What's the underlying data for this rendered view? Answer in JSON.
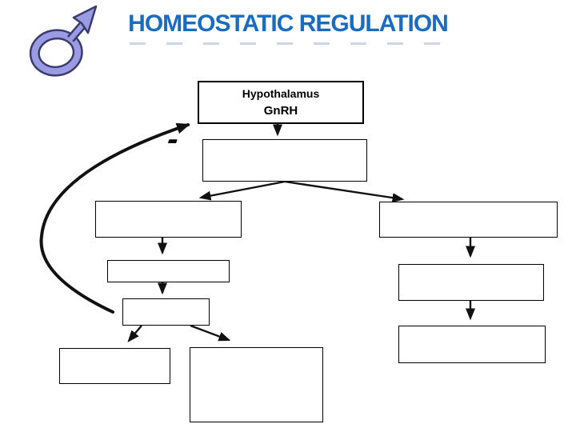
{
  "slide": {
    "title": "HOMEOSTATIC REGULATION"
  },
  "colors": {
    "title_blue": "#1A6CBE",
    "male_symbol_fill": "#9B9BE4",
    "male_symbol_outline": "#3B3B6D",
    "diagram_lines": "#111111",
    "background": "#FFFFFF"
  },
  "icons": {
    "top_left": "male-sign-icon"
  },
  "diagram": {
    "hypothalamus_box": {
      "title": "Hypothalamus",
      "hormone": "GnRH"
    },
    "negative_feedback_sign": "-",
    "nodes": [
      {
        "id": "hypothalamus-box",
        "label": "Hypothalamus",
        "sublabel": "GnRH"
      },
      {
        "id": "box-below-hypothalamus",
        "label": ""
      },
      {
        "id": "left-branch-box",
        "label": ""
      },
      {
        "id": "right-branch-box",
        "label": ""
      },
      {
        "id": "left-column-box-2",
        "label": ""
      },
      {
        "id": "left-column-box-3",
        "label": ""
      },
      {
        "id": "bottom-left-box",
        "label": ""
      },
      {
        "id": "bottom-middle-box",
        "label": ""
      },
      {
        "id": "right-column-box-2",
        "label": ""
      },
      {
        "id": "right-column-box-3",
        "label": ""
      }
    ],
    "edges": [
      {
        "from": "hypothalamus-box",
        "to": "box-below-hypothalamus"
      },
      {
        "from": "box-below-hypothalamus",
        "to": "left-branch-box"
      },
      {
        "from": "box-below-hypothalamus",
        "to": "right-branch-box"
      },
      {
        "from": "left-branch-box",
        "to": "left-column-box-2"
      },
      {
        "from": "left-column-box-2",
        "to": "left-column-box-3"
      },
      {
        "from": "left-column-box-3",
        "to": "bottom-left-box"
      },
      {
        "from": "left-column-box-3",
        "to": "bottom-middle-box"
      },
      {
        "from": "right-branch-box",
        "to": "right-column-box-2"
      },
      {
        "from": "right-column-box-2",
        "to": "right-column-box-3"
      },
      {
        "from": "left-column-box-3",
        "to": "hypothalamus-box",
        "type": "negative-feedback-curve"
      }
    ]
  }
}
